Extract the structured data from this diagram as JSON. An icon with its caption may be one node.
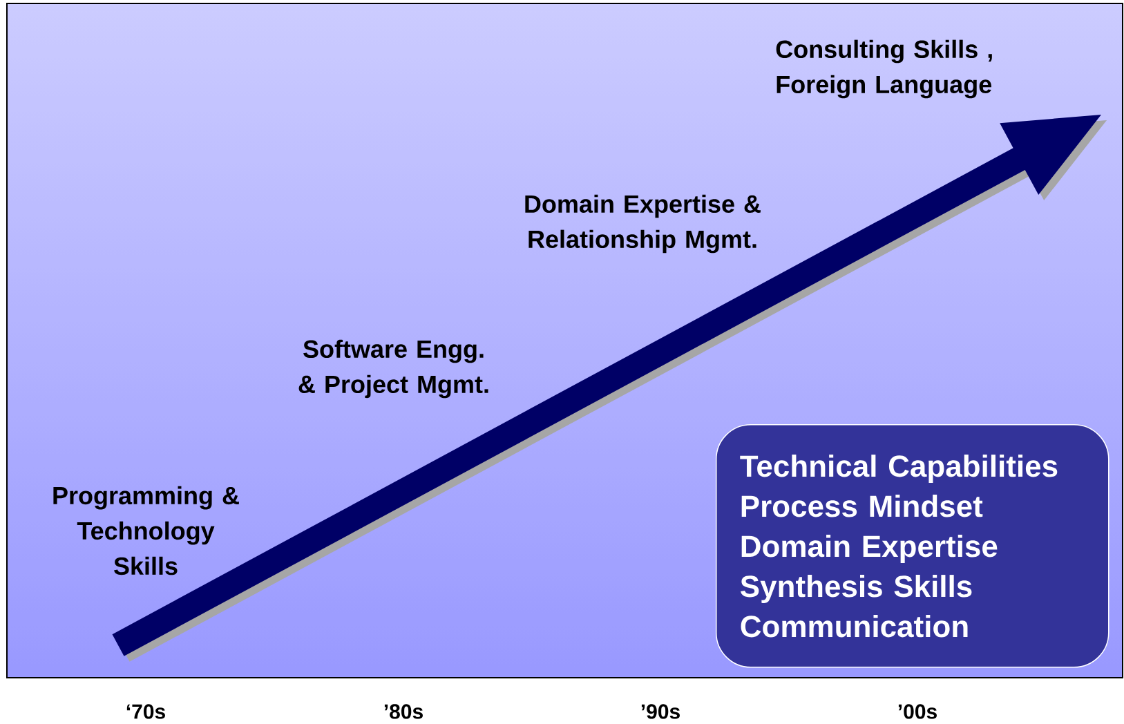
{
  "diagram": {
    "nodes": [
      {
        "text": [
          "Technical Capabilities",
          "Process Mindset",
          "Domain Expertise",
          "Synthesis Skills",
          "Communication"
        ]
      }
    ],
    "labels": [
      "Consulting Skills , Foreign Language",
      "Domain Expertise & Relationship Mgmt.",
      "Software Engg. & Project Mgmt.",
      "Programming & Technology Skills",
      "‘70s",
      "’80s",
      "’90s",
      "’00s"
    ]
  }
}
